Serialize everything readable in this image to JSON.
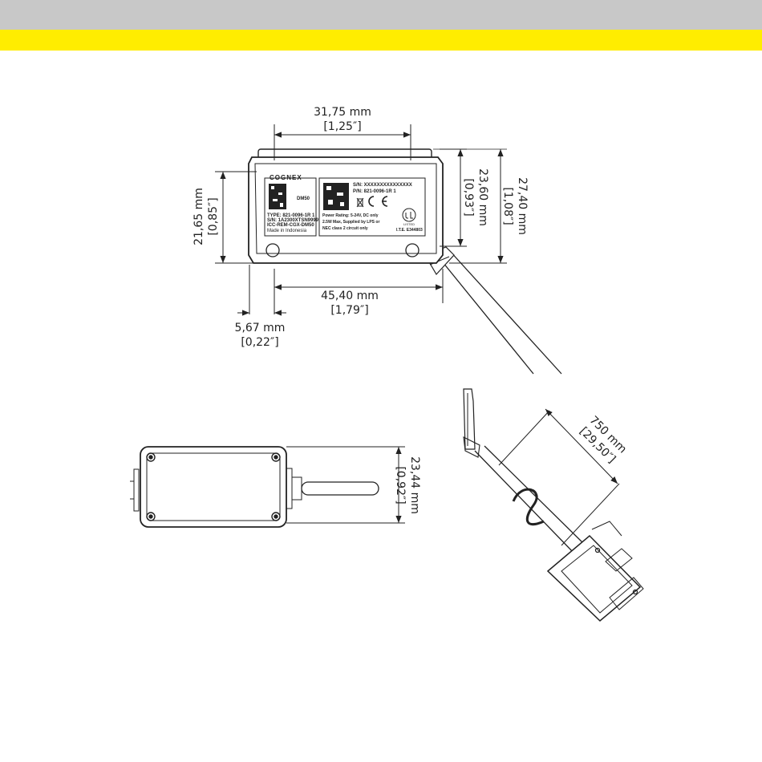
{
  "colors": {
    "header_gray": "#c8c8c8",
    "header_yellow": "#ffed00",
    "line": "#222222"
  },
  "icons": [
    "ce-mark-icon",
    "weee-bin-icon",
    "ul-mark-icon",
    "qr-code-icon"
  ],
  "front_view": {
    "dim_top": {
      "mm": "31,75 mm",
      "in": "[1,25″]"
    },
    "dim_bottom": {
      "mm": "45,40 mm",
      "in": "[1,79″]"
    },
    "dim_offset": {
      "mm": "5,67 mm",
      "in": "[0,22″]"
    },
    "dim_left": {
      "mm": "21,65 mm",
      "in": "[0,85″]"
    },
    "dim_right_inner": {
      "mm": "23,60 mm",
      "in": "[0,93″]"
    },
    "dim_right_outer": {
      "mm": "27,40 mm",
      "in": "[1,08″]"
    },
    "label": {
      "brand": "COGNEX",
      "model": "DM50",
      "type_line": "TYPE: 821-0096-1R 1",
      "sn_left": "S/N: 1A2300XTSN9999",
      "rem_line": "ICC-REM-CGX-DM50",
      "made_in": "Made in Indonesia",
      "sn_right": "S/N: XXXXXXXXXXXXXXX",
      "pn_right": "P/N: 821-0096-1R 1",
      "power_1": "Power Rating: 5-24V, DC only",
      "power_2": "2.5W Max, Supplied by LPS or",
      "power_3": "NEC class 2 circuit only",
      "ul_text": "LISTED",
      "lte": "I.T.E. E344803"
    }
  },
  "side_view": {
    "dim_height": {
      "mm": "23,44 mm",
      "in": "[0,92″]"
    }
  },
  "cable_view": {
    "dim_length": {
      "mm": "750 mm",
      "in": "[29,50″]"
    }
  }
}
